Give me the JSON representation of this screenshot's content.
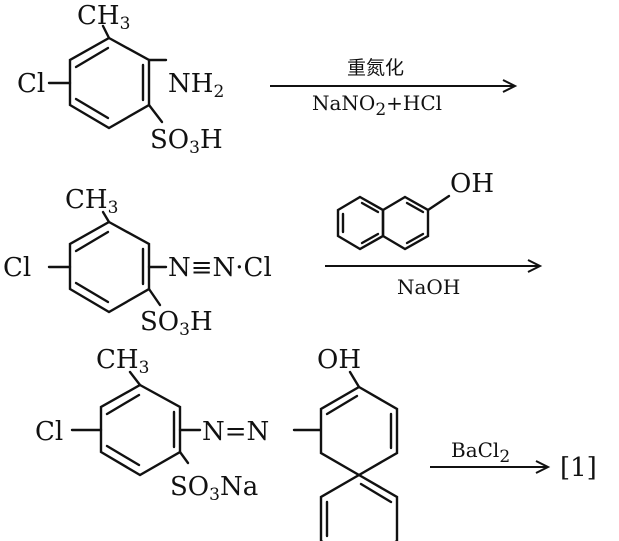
{
  "step1": {
    "reactant": {
      "methyl": "CH",
      "methyl_sub": "3",
      "chloro": "Cl",
      "amine": "NH",
      "amine_sub": "2",
      "sulfo_a": "SO",
      "sulfo_sub": "3",
      "sulfo_b": "H"
    },
    "reagent_above": "重氮化",
    "reagent_below_a": "NaNO",
    "reagent_below_sub": "2",
    "reagent_below_b": "+HCl"
  },
  "step2": {
    "diazonium": {
      "methyl": "CH",
      "methyl_sub": "3",
      "chloro": "Cl",
      "group": "N≡N·Cl",
      "sulfo_a": "SO",
      "sulfo_sub": "3",
      "sulfo_b": "H"
    },
    "naphthol_oh": "OH",
    "reagent_below": "NaOH"
  },
  "step3": {
    "azo": {
      "methyl": "CH",
      "methyl_sub": "3",
      "chloro": "Cl",
      "azo_group": "N=N",
      "oh": "OH",
      "sulfo_a": "SO",
      "sulfo_sub": "3",
      "sulfo_b": "Na"
    },
    "reagent_above_a": "BaCl",
    "reagent_above_sub": "2",
    "product": "[1]"
  }
}
